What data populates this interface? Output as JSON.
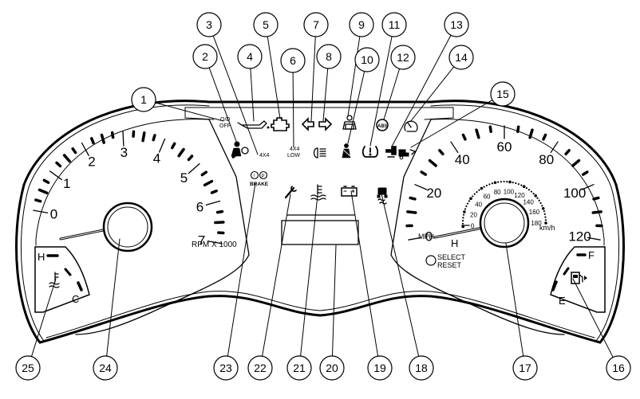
{
  "callouts": [
    {
      "n": "1"
    },
    {
      "n": "2"
    },
    {
      "n": "3"
    },
    {
      "n": "4"
    },
    {
      "n": "5"
    },
    {
      "n": "6"
    },
    {
      "n": "7"
    },
    {
      "n": "8"
    },
    {
      "n": "9"
    },
    {
      "n": "10"
    },
    {
      "n": "11"
    },
    {
      "n": "12"
    },
    {
      "n": "13"
    },
    {
      "n": "14"
    },
    {
      "n": "15"
    },
    {
      "n": "16"
    },
    {
      "n": "17"
    },
    {
      "n": "18"
    },
    {
      "n": "19"
    },
    {
      "n": "20"
    },
    {
      "n": "21"
    },
    {
      "n": "22"
    },
    {
      "n": "23"
    },
    {
      "n": "24"
    },
    {
      "n": "25"
    }
  ],
  "tach": {
    "ticks": [
      "0",
      "1",
      "2",
      "3",
      "4",
      "5",
      "6",
      "7"
    ],
    "unit": "RPM X 1000"
  },
  "speedo": {
    "mph_ticks": [
      "0",
      "20",
      "40",
      "60",
      "80",
      "100",
      "120"
    ],
    "kmh_ticks": [
      "0",
      "20",
      "40",
      "60",
      "80",
      "100",
      "120",
      "140",
      "160",
      "180"
    ],
    "mph_unit": "MPH",
    "kmh_unit": "km/h"
  },
  "temp_gauge": {
    "hot": "H",
    "cold": "C"
  },
  "fuel_gauge": {
    "full": "F",
    "empty": "E"
  },
  "indicators": {
    "od_off_line1": "O/D",
    "od_off_line2": "OFF",
    "four_by_four": "4X4",
    "four_by_four_low_line1": "4X4",
    "four_by_four_low_line2": "LOW",
    "brake": "BRAKE",
    "brake_left_symbol": "!",
    "brake_right_symbol": "P",
    "abs": "ABS"
  },
  "select_reset": {
    "line1": "SELECT",
    "line2": "RESET"
  },
  "display": {
    "letter": "H"
  }
}
